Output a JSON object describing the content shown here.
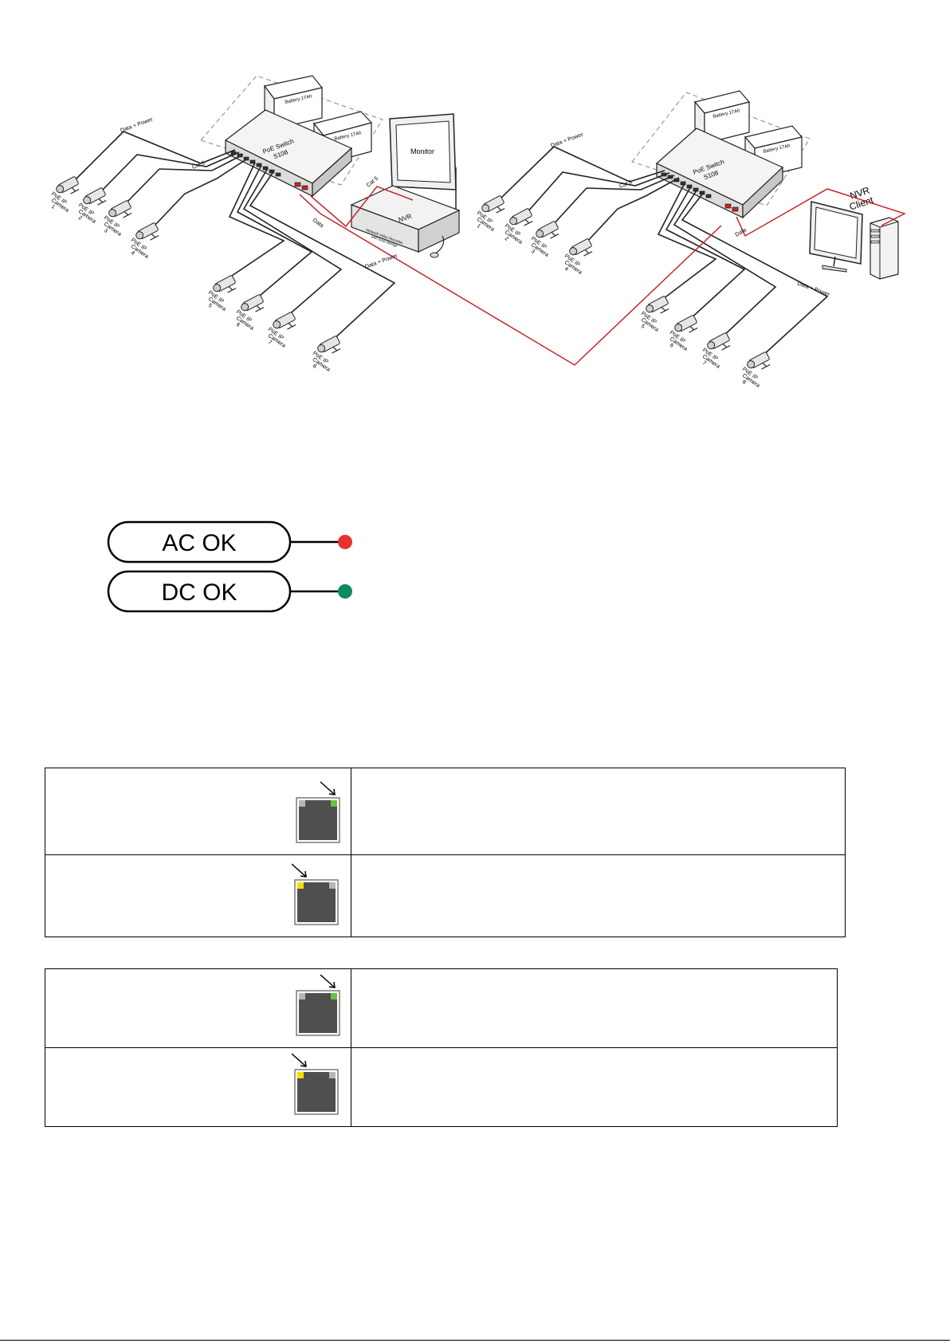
{
  "network": {
    "left_switch": {
      "name": "PoE Switch",
      "model": "S108"
    },
    "right_switch": {
      "name": "PoE Switch",
      "model": "S108"
    },
    "battery_label": "Battery 17Ah",
    "monitor_label": "Monitor",
    "nvr_label": "NVR",
    "nvr_subtitle": [
      "Network Video Recorder",
      "with local storage"
    ],
    "nvr_client_label": [
      "NVR",
      "Client"
    ],
    "cable_labels": {
      "data_power": "Data + Power",
      "cat5": "Cat 5",
      "data": "Data"
    },
    "camera_prefix": [
      "PoE IP",
      "Camera"
    ],
    "left_cameras": [
      "1",
      "2",
      "3",
      "4",
      "5",
      "6",
      "7",
      "8"
    ],
    "right_cameras": [
      "1",
      "2",
      "3",
      "4",
      "5",
      "6",
      "7",
      "8"
    ]
  },
  "led_legend": [
    {
      "label": "AC OK",
      "led_color": "#e8322e"
    },
    {
      "label": "DC OK",
      "led_color": "#0f8a5f"
    }
  ],
  "port_tables": [
    {
      "rows": [
        {
          "lit_led": "right",
          "led_color": "#6cc04a"
        },
        {
          "lit_led": "left",
          "led_color": "#f2e100"
        }
      ]
    },
    {
      "rows": [
        {
          "lit_led": "right",
          "led_color": "#6cc04a"
        },
        {
          "lit_led": "left",
          "led_color": "#f2e100"
        }
      ]
    }
  ]
}
